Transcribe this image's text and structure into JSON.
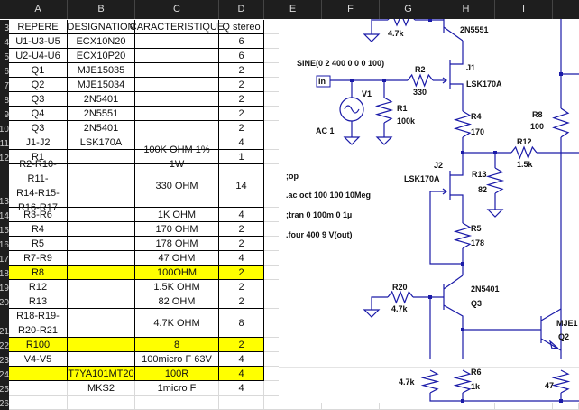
{
  "columns": [
    "A",
    "B",
    "C",
    "D",
    "E",
    "F",
    "G",
    "H",
    "I"
  ],
  "rows": [
    {
      "num": "3",
      "a": "REPERE",
      "b": "DESIGNATION",
      "c": "CARACTERISTIQUE",
      "d": "Q stereo",
      "highlight": false
    },
    {
      "num": "4",
      "a": "U1-U3-U5",
      "b": "ECX10N20",
      "c": "",
      "d": "6",
      "highlight": false
    },
    {
      "num": "5",
      "a": "U2-U4-U6",
      "b": "ECX10P20",
      "c": "",
      "d": "6",
      "highlight": false
    },
    {
      "num": "6",
      "a": "Q1",
      "b": "MJE15035",
      "c": "",
      "d": "2",
      "highlight": false
    },
    {
      "num": "7",
      "a": "Q2",
      "b": "MJE15034",
      "c": "",
      "d": "2",
      "highlight": false
    },
    {
      "num": "8",
      "a": "Q3",
      "b": "2N5401",
      "c": "",
      "d": "2",
      "highlight": false
    },
    {
      "num": "9",
      "a": "Q4",
      "b": "2N5551",
      "c": "",
      "d": "2",
      "highlight": false
    },
    {
      "num": "10",
      "a": "Q3",
      "b": "2N5401",
      "c": "",
      "d": "2",
      "highlight": false
    },
    {
      "num": "11",
      "a": "J1-J2",
      "b": "LSK170A",
      "c": "",
      "d": "4",
      "highlight": false
    },
    {
      "num": "12",
      "a": "R1",
      "b": "",
      "c": "100K OHM 1% 1W",
      "d": "1",
      "highlight": false
    },
    {
      "num": "13",
      "a": "R2-R10-R11-\nR14-R15-\nR16-R17",
      "b": "",
      "c": "330 OHM",
      "d": "14",
      "highlight": false
    },
    {
      "num": "14",
      "a": "R3-R6",
      "b": "",
      "c": "1K OHM",
      "d": "4",
      "highlight": false
    },
    {
      "num": "15",
      "a": "R4",
      "b": "",
      "c": "170 OHM",
      "d": "2",
      "highlight": false
    },
    {
      "num": "16",
      "a": "R5",
      "b": "",
      "c": "178 OHM",
      "d": "2",
      "highlight": false
    },
    {
      "num": "17",
      "a": "R7-R9",
      "b": "",
      "c": "47 OHM",
      "d": "4",
      "highlight": false
    },
    {
      "num": "18",
      "a": "R8",
      "b": "",
      "c": "100OHM",
      "d": "2",
      "highlight": true
    },
    {
      "num": "19",
      "a": "R12",
      "b": "",
      "c": "1.5K OHM",
      "d": "2",
      "highlight": false
    },
    {
      "num": "20",
      "a": "R13",
      "b": "",
      "c": "82 OHM",
      "d": "2",
      "highlight": false
    },
    {
      "num": "21",
      "a": "R18-R19-\nR20-R21",
      "b": "",
      "c": "4.7K OHM",
      "d": "8",
      "highlight": false
    },
    {
      "num": "22",
      "a": "R100",
      "b": "",
      "c": "8",
      "d": "2",
      "highlight": true
    },
    {
      "num": "23",
      "a": "V4-V5",
      "b": "",
      "c": "100micro F 63V",
      "d": "4",
      "highlight": false
    },
    {
      "num": "24",
      "a": "",
      "b": "T7YA101MT20",
      "c": "100R",
      "d": "4",
      "highlight": true
    },
    {
      "num": "25",
      "a": "",
      "b": "MKS2",
      "c": "1micro F",
      "d": "4",
      "highlight": false
    },
    {
      "num": "26",
      "a": "",
      "b": "",
      "c": "",
      "d": "",
      "highlight": false
    }
  ],
  "highlight_color": "#ffff00",
  "wire_color": "#1a1aa8",
  "schematic": {
    "top_res_value": "4.7k",
    "q4_model": "2N5551",
    "source_spec": "SINE(0 2 400 0 0 0 100)",
    "in_label": "in",
    "v1_name": "V1",
    "v1_ac": "AC 1",
    "r2_name": "R2",
    "r2_value": "330",
    "r1_name": "R1",
    "r1_value": "100k",
    "j1_name": "J1",
    "j1_model": "LSK170A",
    "r4_name": "R4",
    "r4_value": "170",
    "r8_name": "R8",
    "r8_value": "100",
    "r12_name": "R12",
    "r12_value": "1.5k",
    "r13_name": "R13",
    "r13_value": "82",
    "j2_name": "J2",
    "j2_model": "LSK170A",
    "r5_name": "R5",
    "r5_value": "178",
    "r20_name": "R20",
    "r20_value": "4.7k",
    "q3_model": "2N5401",
    "q3_name": "Q3",
    "q2_model": "MJE1",
    "q2_name": "Q2",
    "r21_value": "4.7k",
    "r6_name": "R6",
    "r6_value": "1k",
    "r9_value": "47",
    "directives": [
      ";op",
      ".ac oct 100 100 10Meg",
      ";tran 0 100m 0 1µ",
      ".four 400 9 V(out)"
    ]
  }
}
